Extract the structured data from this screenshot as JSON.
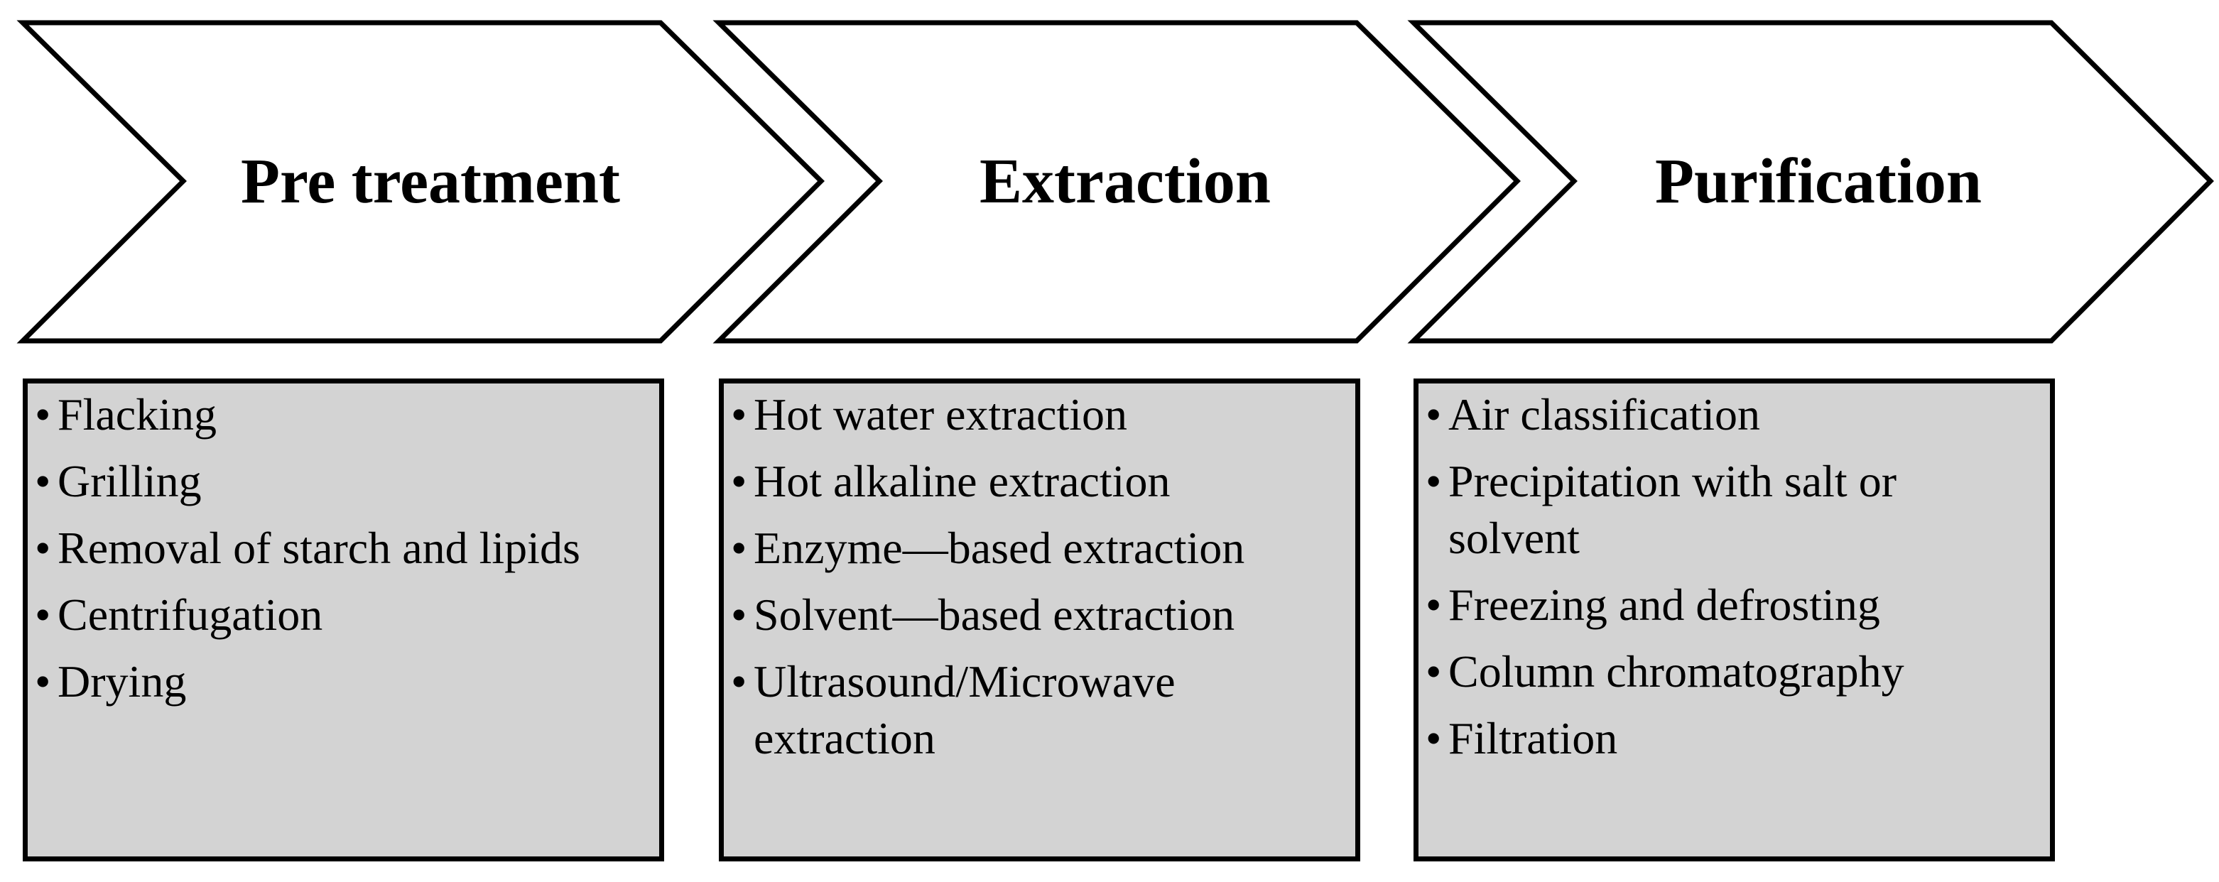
{
  "steps": [
    {
      "title": "Pre treatment",
      "items": [
        "Flacking",
        "Grilling",
        "Removal of starch and lipids",
        "Centrifugation",
        "Drying"
      ]
    },
    {
      "title": "Extraction",
      "items": [
        "Hot water extraction",
        "Hot alkaline extraction",
        "Enzyme—based extraction",
        "Solvent—based extraction",
        "Ultrasound/Microwave extraction"
      ]
    },
    {
      "title": "Purification",
      "items": [
        "Air classification",
        "Precipitation with salt or solvent",
        "Freezing and defrosting",
        "Column chromatography",
        "Filtration"
      ]
    }
  ],
  "colors": {
    "box_fill": "#d3d3d3",
    "stroke": "#000000",
    "chevron_fill": "#ffffff"
  }
}
